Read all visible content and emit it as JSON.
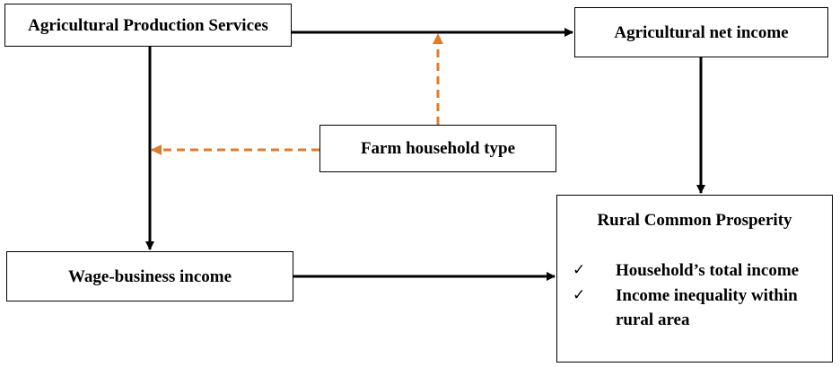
{
  "nodes": {
    "agricultural_production_services": "Agricultural Production Services",
    "agricultural_net_income": "Agricultural net income",
    "farm_household_type": "Farm household type",
    "wage_business_income": "Wage-business income",
    "rural_common_prosperity": {
      "title": "Rural Common Prosperity",
      "items": [
        {
          "check": "✓",
          "text": "Household’s total income"
        },
        {
          "check": "✓",
          "text": "Income inequality within rural area"
        }
      ]
    }
  },
  "colors": {
    "solid_arrow": "#000000",
    "dashed_arrow": "#e07b2a"
  }
}
